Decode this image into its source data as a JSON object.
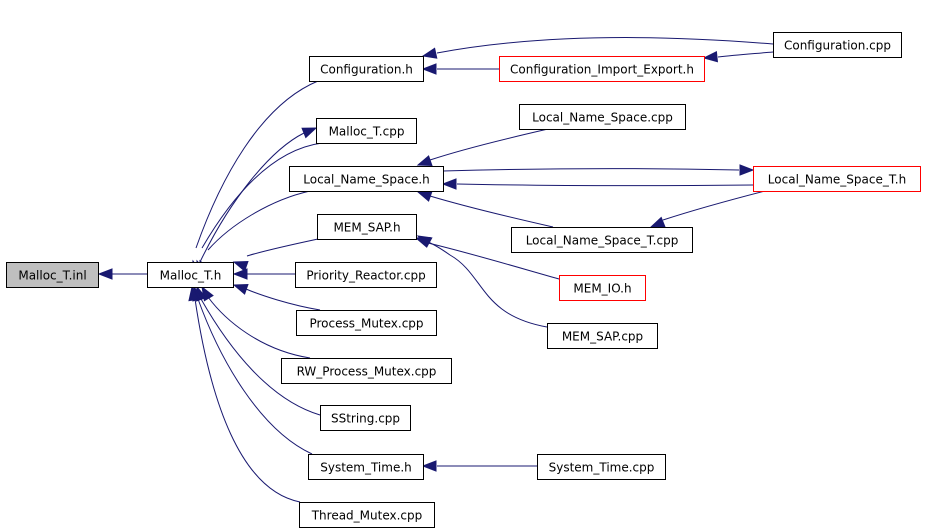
{
  "graph": {
    "title": "Malloc_T.inl include dependency graph",
    "colors": {
      "edge": "#191970",
      "root_fill": "#bfbfbf",
      "node_border": "#000000",
      "truncated_border": "#ff0000"
    },
    "nodes": [
      {
        "id": "malloc_t_inl",
        "label": "Malloc_T.inl",
        "style": "root"
      },
      {
        "id": "malloc_t_h",
        "label": "Malloc_T.h",
        "style": "normal"
      },
      {
        "id": "configuration_h",
        "label": "Configuration.h",
        "style": "normal"
      },
      {
        "id": "configuration_import_export_h",
        "label": "Configuration_Import_Export.h",
        "style": "truncated"
      },
      {
        "id": "configuration_cpp",
        "label": "Configuration.cpp",
        "style": "normal"
      },
      {
        "id": "malloc_t_cpp",
        "label": "Malloc_T.cpp",
        "style": "normal"
      },
      {
        "id": "local_name_space_cpp",
        "label": "Local_Name_Space.cpp",
        "style": "normal"
      },
      {
        "id": "local_name_space_h",
        "label": "Local_Name_Space.h",
        "style": "normal"
      },
      {
        "id": "local_name_space_t_h",
        "label": "Local_Name_Space_T.h",
        "style": "truncated"
      },
      {
        "id": "mem_sap_h",
        "label": "MEM_SAP.h",
        "style": "normal"
      },
      {
        "id": "local_name_space_t_cpp",
        "label": "Local_Name_Space_T.cpp",
        "style": "normal"
      },
      {
        "id": "priority_reactor_cpp",
        "label": "Priority_Reactor.cpp",
        "style": "normal"
      },
      {
        "id": "mem_io_h",
        "label": "MEM_IO.h",
        "style": "truncated"
      },
      {
        "id": "process_mutex_cpp",
        "label": "Process_Mutex.cpp",
        "style": "normal"
      },
      {
        "id": "mem_sap_cpp",
        "label": "MEM_SAP.cpp",
        "style": "normal"
      },
      {
        "id": "rw_process_mutex_cpp",
        "label": "RW_Process_Mutex.cpp",
        "style": "normal"
      },
      {
        "id": "sstring_cpp",
        "label": "SString.cpp",
        "style": "normal"
      },
      {
        "id": "system_time_h",
        "label": "System_Time.h",
        "style": "normal"
      },
      {
        "id": "system_time_cpp",
        "label": "System_Time.cpp",
        "style": "normal"
      },
      {
        "id": "thread_mutex_cpp",
        "label": "Thread_Mutex.cpp",
        "style": "normal"
      }
    ],
    "edges": [
      {
        "from": "malloc_t_h",
        "to": "malloc_t_inl"
      },
      {
        "from": "configuration_h",
        "to": "malloc_t_h"
      },
      {
        "from": "malloc_t_cpp",
        "to": "malloc_t_h"
      },
      {
        "from": "local_name_space_h",
        "to": "malloc_t_h"
      },
      {
        "from": "mem_sap_h",
        "to": "malloc_t_h"
      },
      {
        "from": "priority_reactor_cpp",
        "to": "malloc_t_h"
      },
      {
        "from": "process_mutex_cpp",
        "to": "malloc_t_h"
      },
      {
        "from": "rw_process_mutex_cpp",
        "to": "malloc_t_h"
      },
      {
        "from": "sstring_cpp",
        "to": "malloc_t_h"
      },
      {
        "from": "system_time_h",
        "to": "malloc_t_h"
      },
      {
        "from": "thread_mutex_cpp",
        "to": "malloc_t_h"
      },
      {
        "from": "configuration_cpp",
        "to": "configuration_h"
      },
      {
        "from": "configuration_import_export_h",
        "to": "configuration_h"
      },
      {
        "from": "configuration_cpp",
        "to": "configuration_import_export_h"
      },
      {
        "from": "malloc_t_h",
        "to": "malloc_t_cpp"
      },
      {
        "from": "local_name_space_cpp",
        "to": "local_name_space_h"
      },
      {
        "from": "local_name_space_t_h",
        "to": "local_name_space_h"
      },
      {
        "from": "local_name_space_h",
        "to": "local_name_space_t_h"
      },
      {
        "from": "local_name_space_t_cpp",
        "to": "local_name_space_h"
      },
      {
        "from": "local_name_space_t_h",
        "to": "local_name_space_t_cpp"
      },
      {
        "from": "mem_io_h",
        "to": "mem_sap_h"
      },
      {
        "from": "mem_sap_cpp",
        "to": "mem_sap_h"
      },
      {
        "from": "system_time_cpp",
        "to": "system_time_h"
      }
    ]
  }
}
